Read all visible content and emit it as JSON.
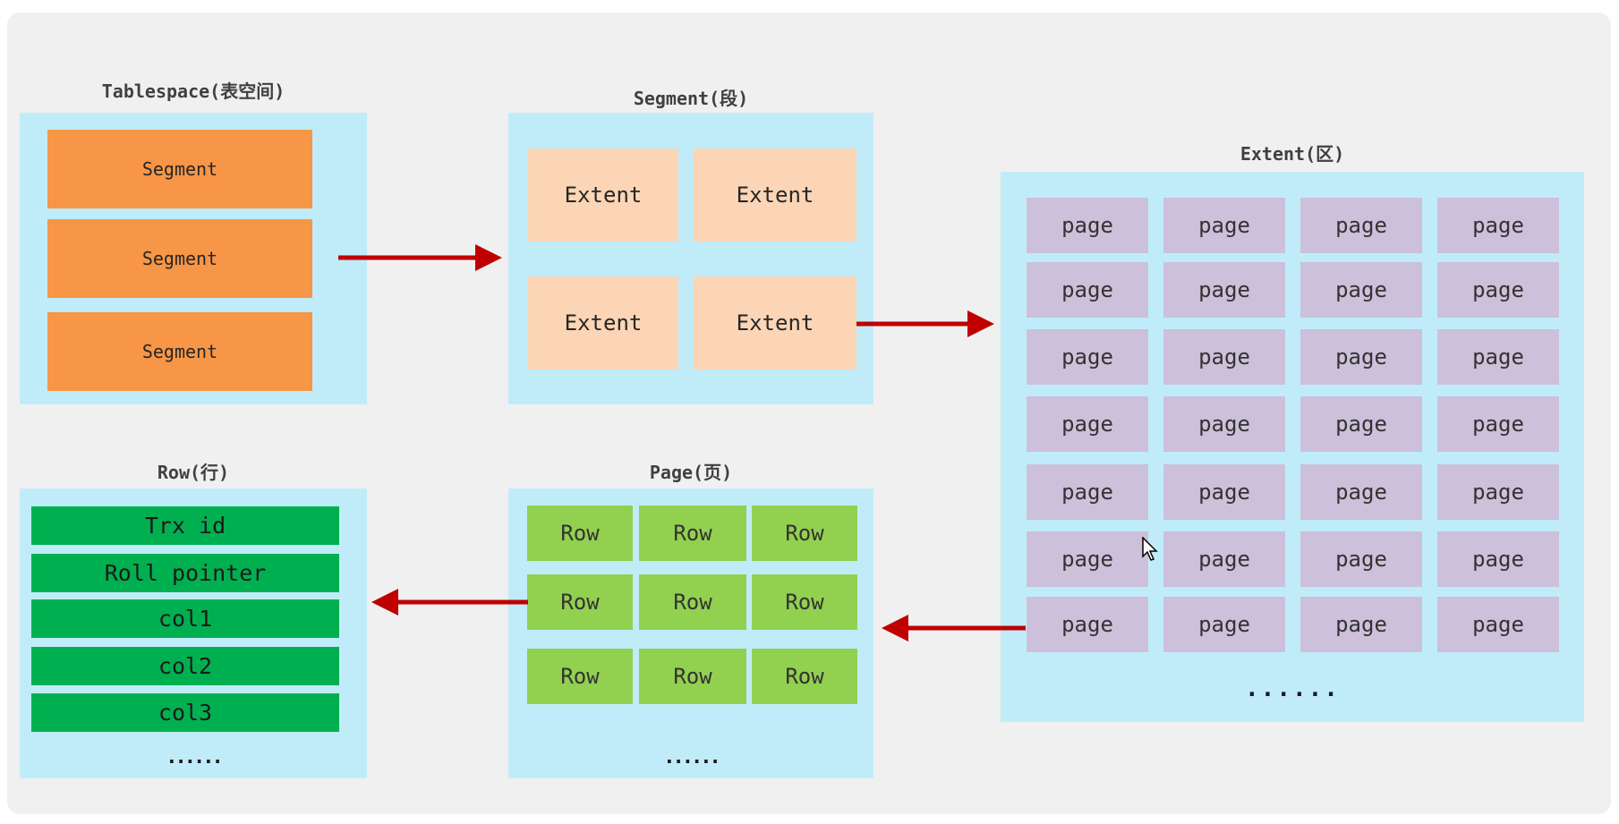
{
  "tablespace": {
    "title": "Tablespace(表空间)",
    "segments": [
      "Segment",
      "Segment",
      "Segment"
    ]
  },
  "segment": {
    "title": "Segment(段)",
    "extents": [
      "Extent",
      "Extent",
      "Extent",
      "Extent"
    ]
  },
  "extent": {
    "title": "Extent(区)",
    "page_label": "page",
    "rows": 7,
    "cols": 4,
    "more": "......"
  },
  "page": {
    "title": "Page(页)",
    "row_label": "Row",
    "rows": 3,
    "cols": 3,
    "more": "......"
  },
  "row": {
    "title": "Row(行)",
    "fields": [
      "Trx id",
      "Roll pointer",
      "col1",
      "col2",
      "col3"
    ],
    "more": "......"
  },
  "colors": {
    "panel": "#c0ecfa",
    "segment": "#f79646",
    "extent": "#fbd5b5",
    "page": "#ccc0da",
    "row": "#92d050",
    "field": "#00b050",
    "arrow": "#c00000"
  }
}
